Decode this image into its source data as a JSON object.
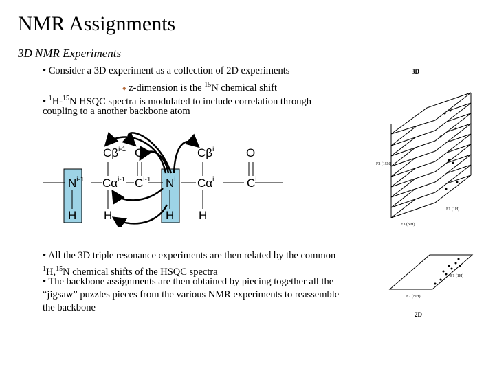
{
  "slide": {
    "title": "NMR Assignments",
    "subtitle": "3D NMR Experiments",
    "bullets_top": {
      "b1": "• Consider a 3D experiment as a collection of 2D experiments",
      "b2_marker": "♦",
      "b2_pre": "z-dimension is the ",
      "b2_sup": "15",
      "b2_post": "N chemical shift",
      "b3_pre": "• ",
      "b3_sup1": "1",
      "b3_mid": "H-",
      "b3_sup2": "15",
      "b3_post": "N HSQC spectra is modulated to include correlation through",
      "b3_line2": "coupling to a another backbone atom"
    },
    "bullets_bottom": {
      "b4_line1": "• All the 3D triple resonance experiments are then related by the common",
      "b4_sup1": "1",
      "b4_mid": "H,",
      "b4_sup2": "15",
      "b4_post": "N chemical shifts of the HSQC spectra",
      "b5_line1": "• The backbone assignments are then obtained by piecing together all the",
      "b5_line2": "“jigsaw” puzzles pieces from the various NMR experiments to reassemble",
      "b5_line3": "the backbone"
    }
  },
  "diagram": {
    "cb_prev": "Cβ",
    "cb_prev_sup": "i-1",
    "o_prev": "O",
    "cb_cur": "Cβ",
    "cb_cur_sup": "i",
    "o_cur": "O",
    "n_prev": "N",
    "n_prev_sup": "i-1",
    "ca_prev": "Cα",
    "ca_prev_sup": "i-1",
    "c_prev": "C",
    "c_prev_sup": "i-1",
    "n_cur": "N",
    "n_cur_sup": "i",
    "ca_cur": "Cα",
    "ca_cur_sup": "i",
    "c_cur": "C",
    "c_cur_sup": "i",
    "h_1": "H",
    "h_2": "H",
    "h_3": "H",
    "h_4": "H",
    "highlight_color": "#9dd3e6"
  },
  "stack_figure": {
    "label_3d": "3D",
    "label_f2": "F2 (15N)",
    "label_f1": "F1 (1H)",
    "label_f3": "F3 (NH)",
    "label_2d_f1": "F1 (1H)",
    "label_2d_f2": "F2 (NH)",
    "label_2d": "2D"
  }
}
